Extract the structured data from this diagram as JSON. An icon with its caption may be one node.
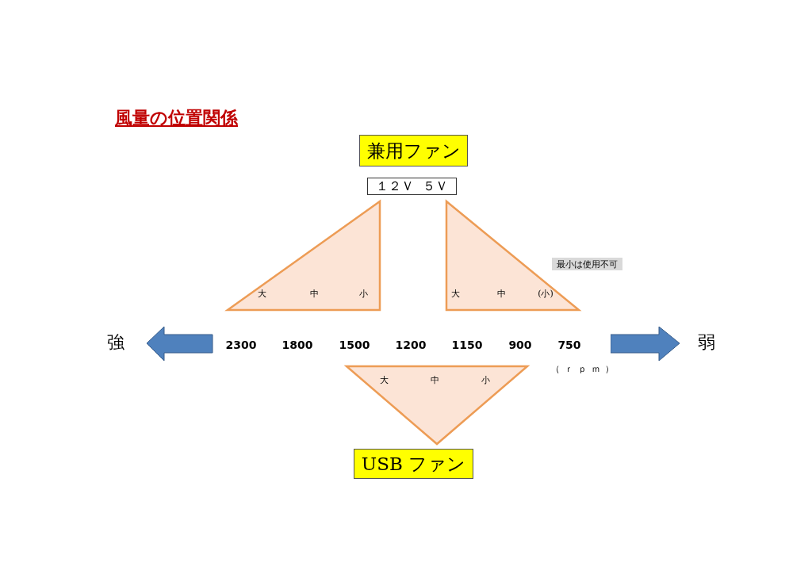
{
  "diagram": {
    "title": "風量の位置関係",
    "nodes": [
      {
        "text": [
          "兼用ファン"
        ]
      },
      {
        "text": [
          "１２Ｖ",
          "５Ｖ"
        ]
      },
      {
        "text": [
          "大",
          "中",
          "小"
        ]
      },
      {
        "text": [
          "大",
          "中",
          "(小)"
        ]
      },
      {
        "text": [
          "最小は使用不可"
        ]
      },
      {
        "text": [
          "大",
          "中",
          "小"
        ]
      },
      {
        "text": [
          "USB ファン"
        ]
      }
    ],
    "labels": [
      "強",
      "2300",
      "1800",
      "1500",
      "1200",
      "1150",
      "900",
      "750",
      "弱",
      "（ｒｐｍ）"
    ]
  }
}
